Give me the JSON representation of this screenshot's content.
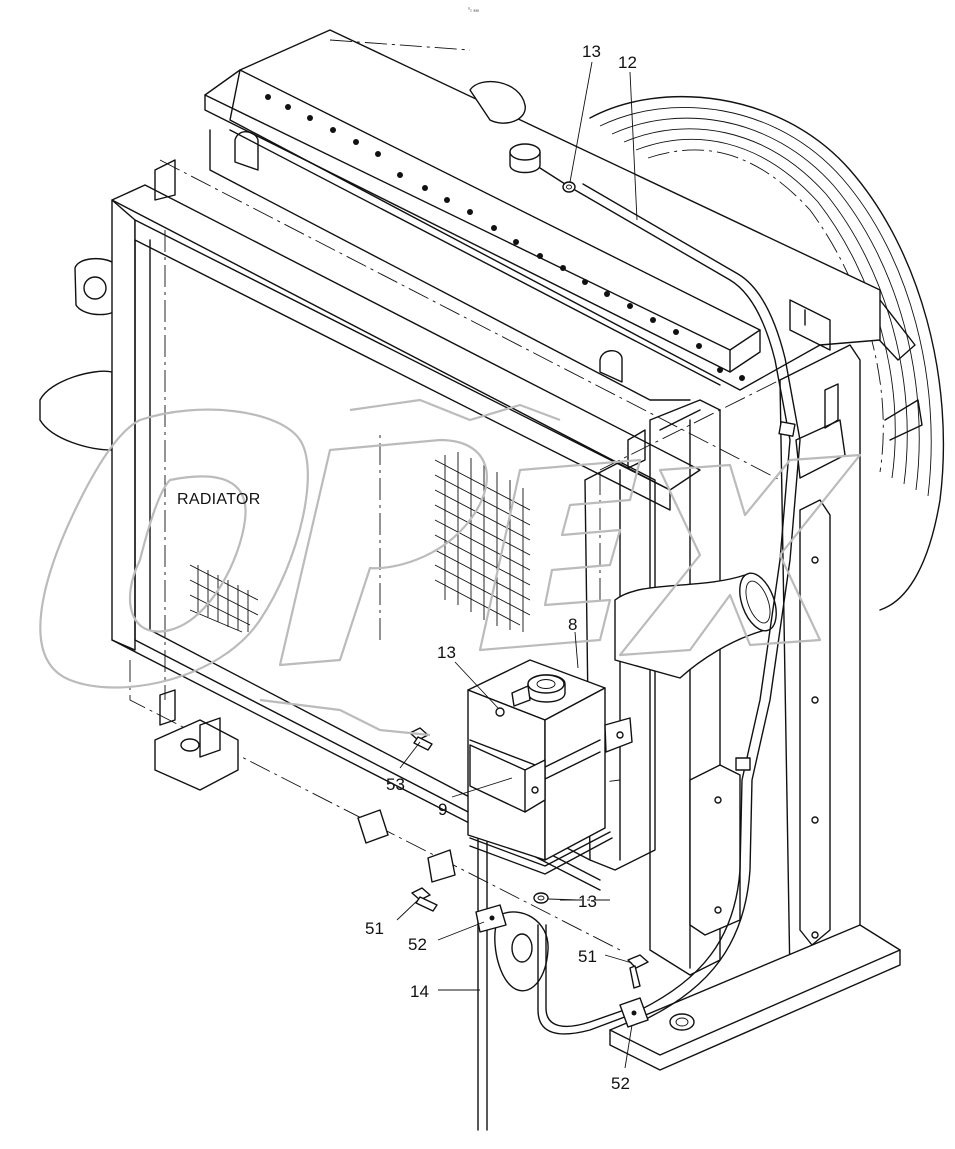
{
  "diagram": {
    "corner_mark": "⁰₂ ₐₐₐ",
    "component_label": "RADIATOR",
    "watermark_text": "OPEX",
    "callouts": [
      {
        "id": "c13a",
        "text": "13"
      },
      {
        "id": "c12",
        "text": "12"
      },
      {
        "id": "c8",
        "text": "8"
      },
      {
        "id": "c13b",
        "text": "13"
      },
      {
        "id": "c53",
        "text": "53"
      },
      {
        "id": "c9",
        "text": "9"
      },
      {
        "id": "c13c",
        "text": "13"
      },
      {
        "id": "c51a",
        "text": "51"
      },
      {
        "id": "c52a",
        "text": "52"
      },
      {
        "id": "c51b",
        "text": "51"
      },
      {
        "id": "c14",
        "text": "14"
      },
      {
        "id": "c52b",
        "text": "52"
      }
    ]
  }
}
